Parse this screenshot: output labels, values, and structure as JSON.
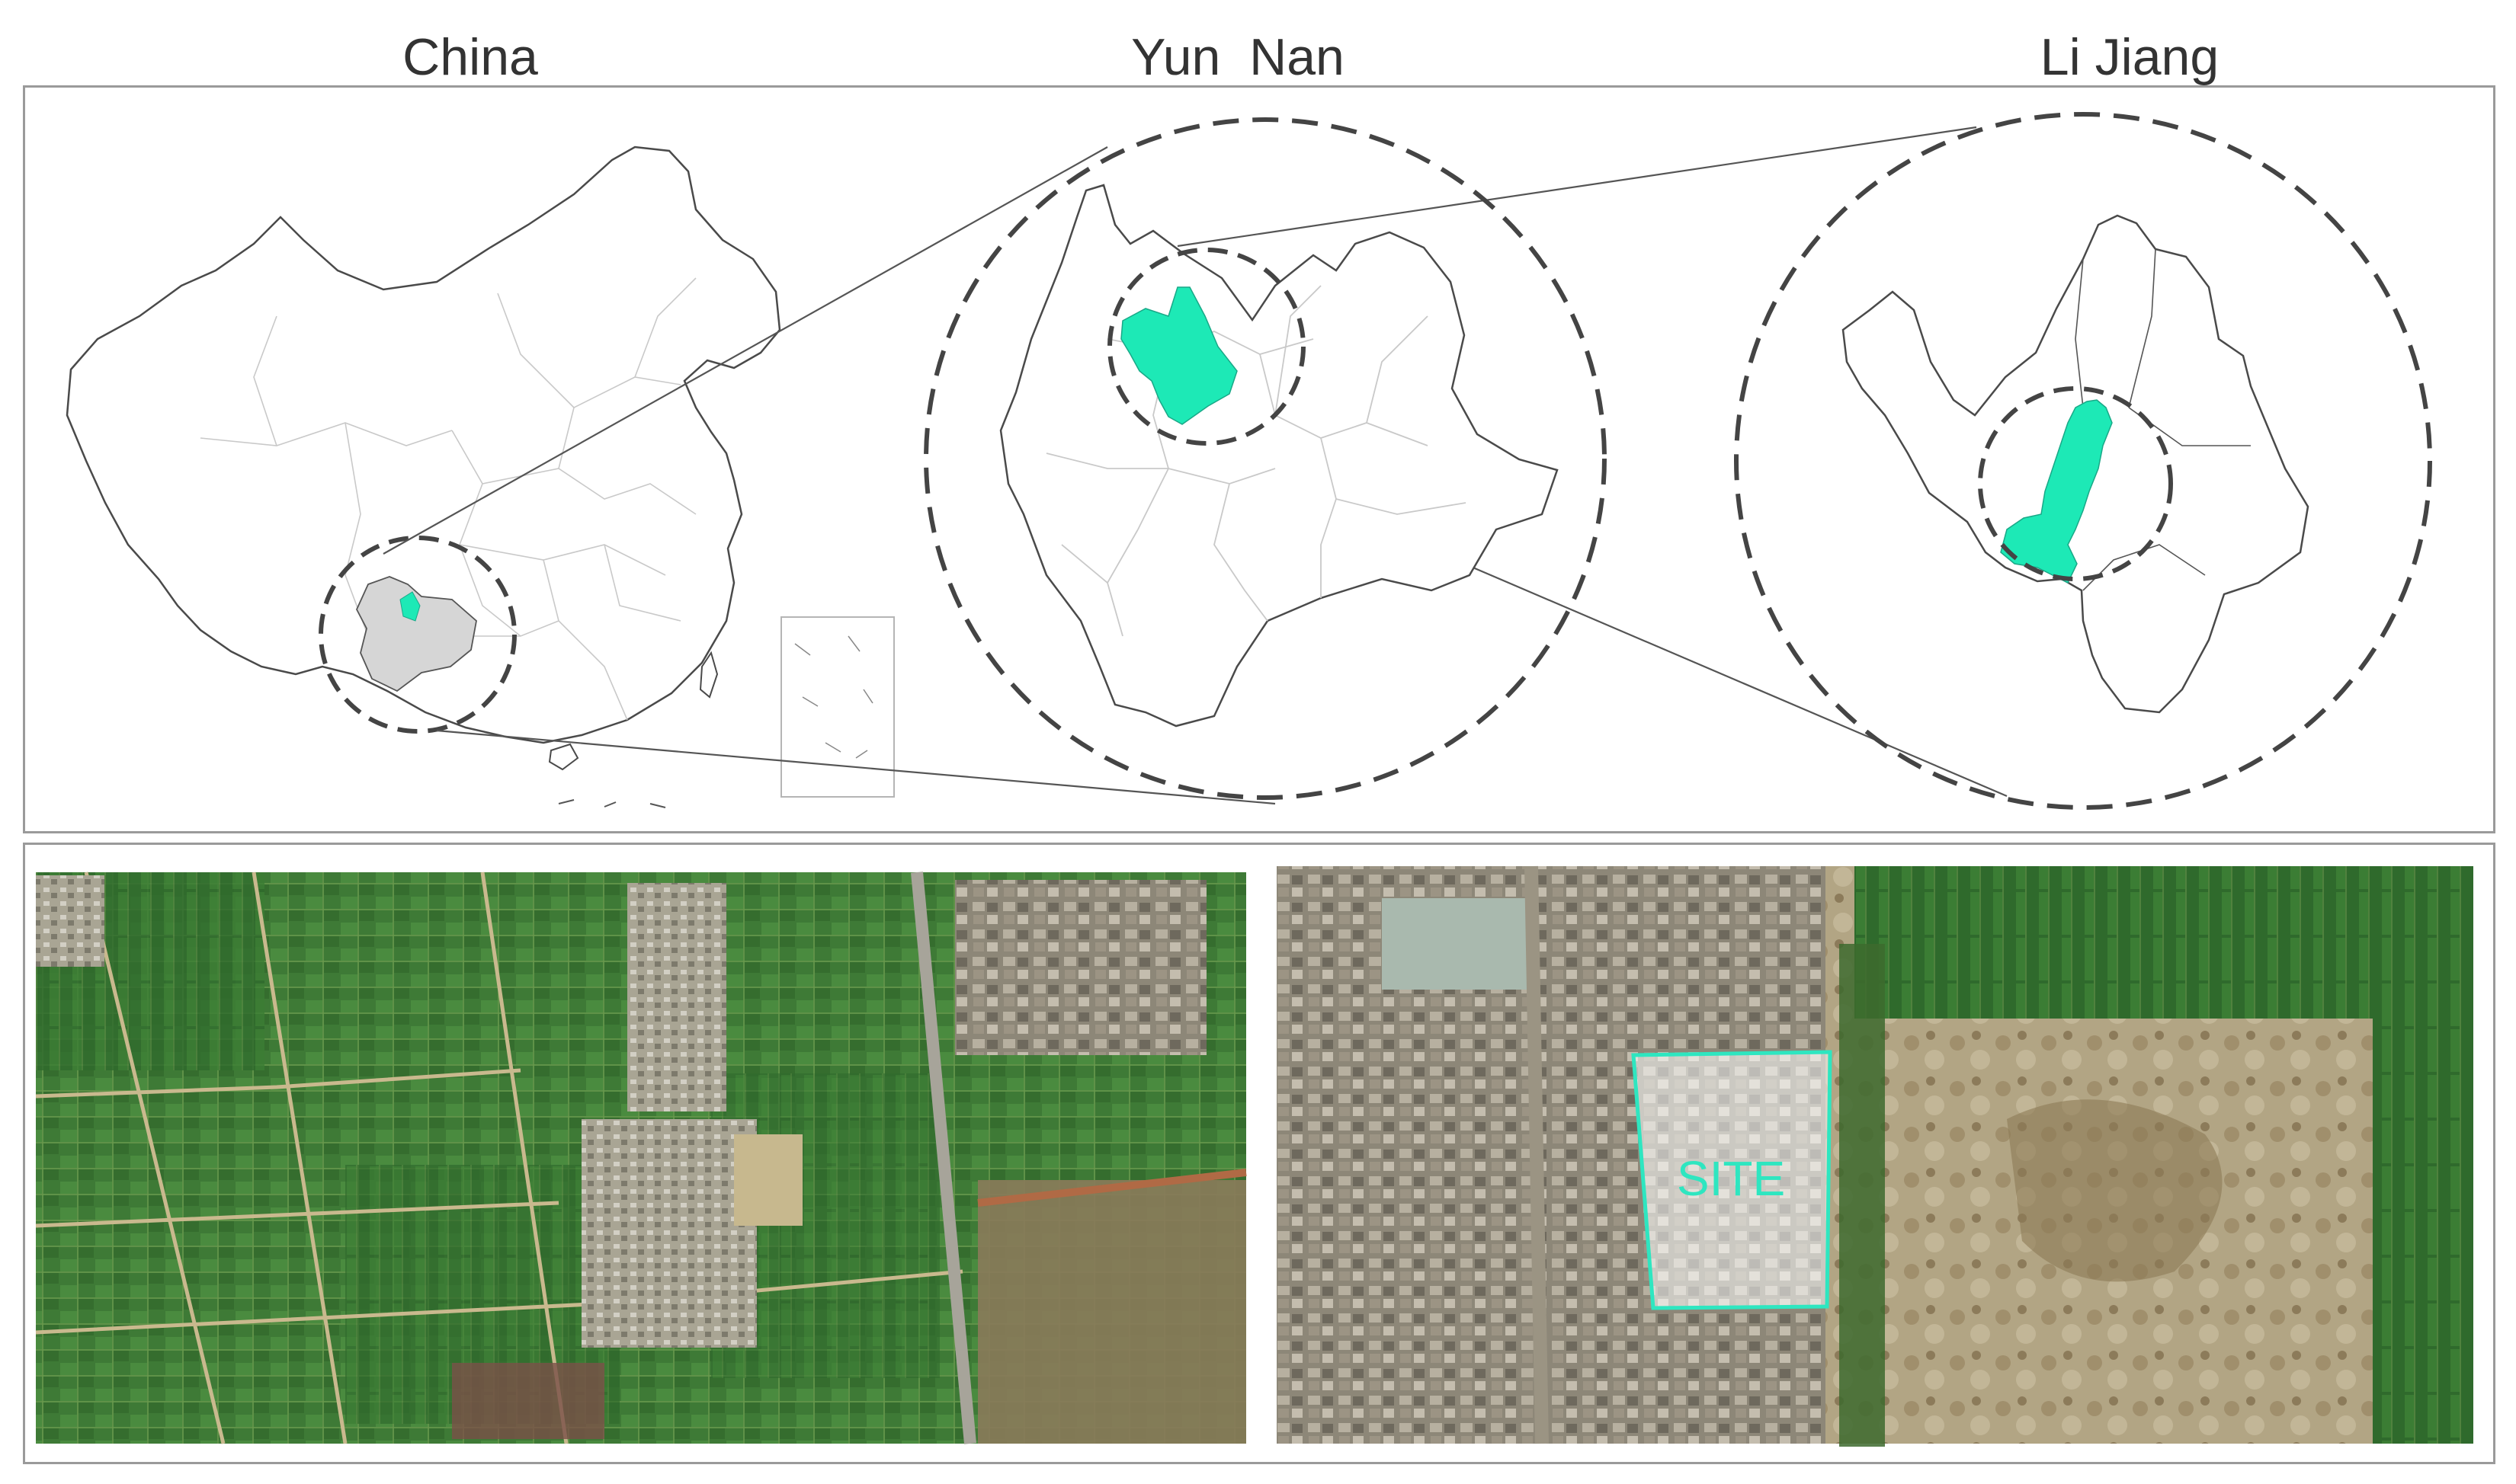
{
  "titles": {
    "china": "China",
    "yunnan": "Yun  Nan",
    "lijiang": "Li Jiang"
  },
  "site_label": "SITE",
  "colors": {
    "highlight": "#1de9b6",
    "site_outline": "#2ee6c0",
    "region_gray": "#d6d6d6",
    "dashed_circle": "#444444",
    "frame": "#9a9a9a",
    "field_green": "#3f7a34",
    "village": "#b8b2a2"
  },
  "icons": {
    "map_view": "location-map",
    "satellite_view": "satellite-image"
  }
}
